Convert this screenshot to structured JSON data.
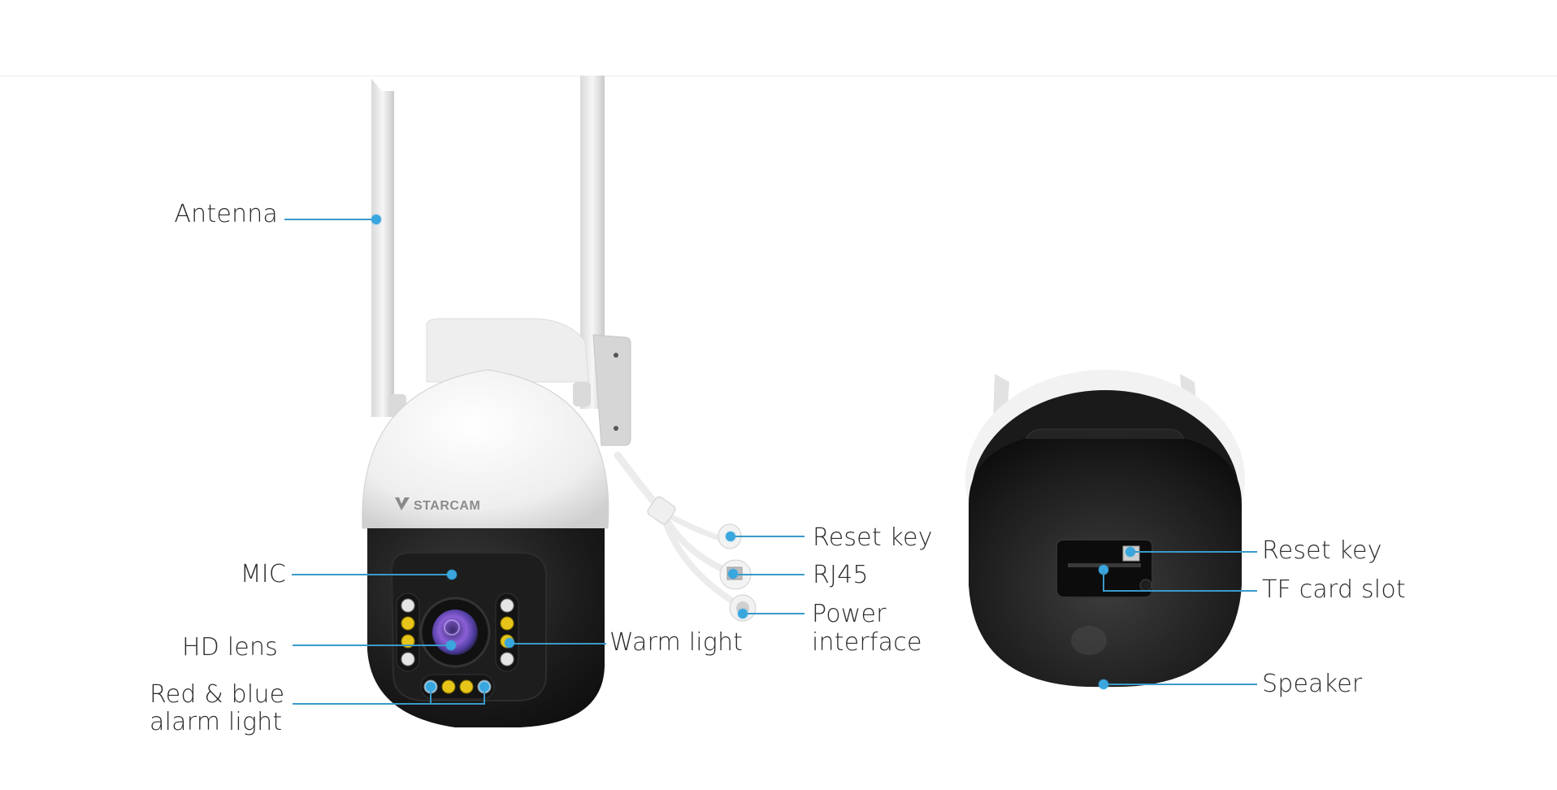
{
  "figure": {
    "subject": "Starcam outdoor PTZ Wi-Fi camera parts diagram",
    "brand_logo_text": "STARCAM",
    "accent_color": "#3aa6de",
    "text_color": "#2b2b2b"
  },
  "front_view": {
    "labels": [
      {
        "id": "antenna",
        "text": "Antenna"
      },
      {
        "id": "mic",
        "text": "MIC"
      },
      {
        "id": "hd_lens",
        "text": "HD lens"
      },
      {
        "id": "alarm_light",
        "line1": "Red & blue",
        "line2": "alarm light"
      },
      {
        "id": "warm_light",
        "text": "Warm light"
      },
      {
        "id": "reset_key",
        "text": "Reset key"
      },
      {
        "id": "rj45",
        "text": "RJ45"
      },
      {
        "id": "power",
        "line1": "Power",
        "line2": "interface"
      }
    ]
  },
  "bottom_view": {
    "labels": [
      {
        "id": "reset_key",
        "text": "Reset key"
      },
      {
        "id": "tf_card_slot",
        "text": "TF card slot"
      },
      {
        "id": "speaker",
        "text": "Speaker"
      }
    ]
  }
}
